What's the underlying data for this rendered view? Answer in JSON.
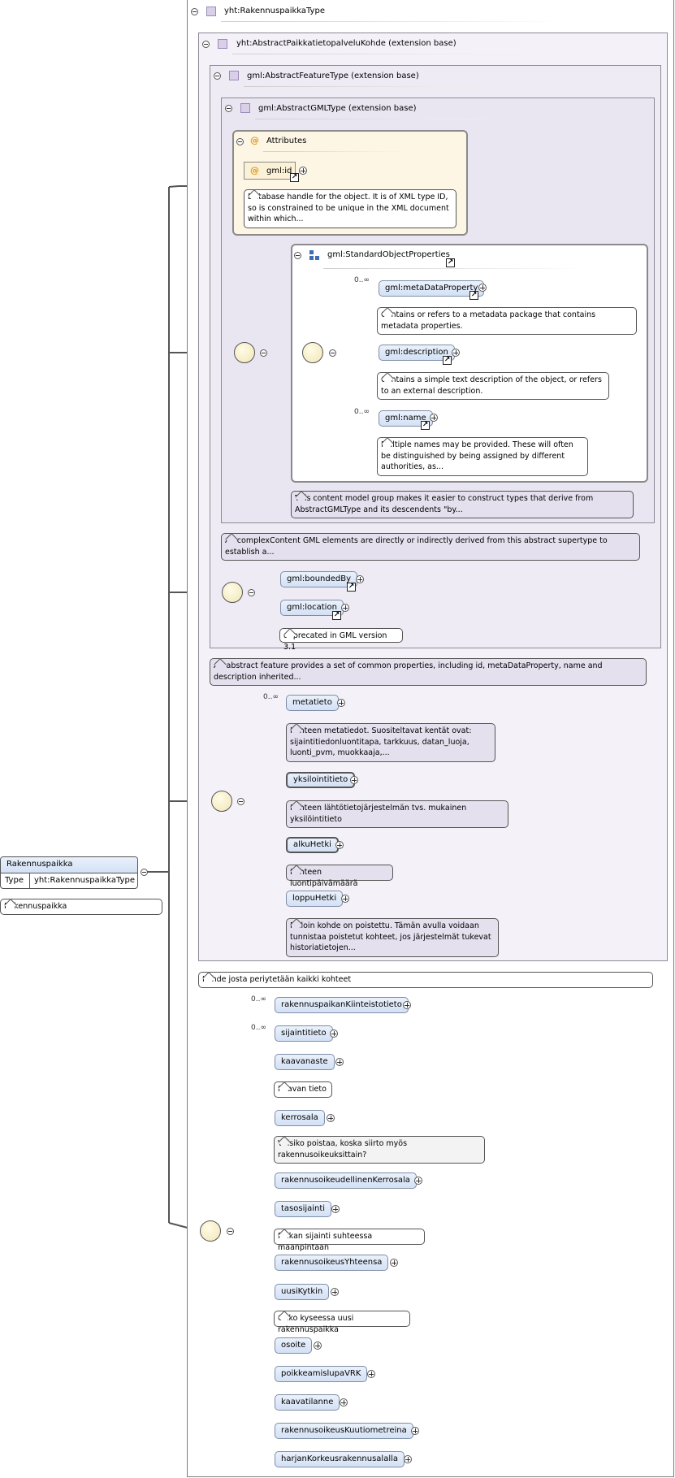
{
  "root": {
    "name": "Rakennuspaikka",
    "type_label": "Type",
    "type_value": "yht:RakennuspaikkaType",
    "doc": "Rakennuspaikka"
  },
  "type_box": {
    "title": "yht:RakennuspaikkaType",
    "doc": "Kohde josta periytetään kaikki kohteet"
  },
  "abstract_paikka": {
    "title": "yht:AbstractPaikkatietopalveluKohde (extension base)",
    "metatieto": {
      "name": "metatieto",
      "card": "0..∞",
      "doc": "Kohteen metatiedot. Suositeltavat kentät ovat: sijaintitiedonluontitapa, tarkkuus, datan_luoja, luonti_pvm, muokkaaja,..."
    },
    "yksilointitieto": {
      "name": "yksilointitieto",
      "doc": "Kohteen lähtötietojärjestelmän tvs. mukainen yksilöintitieto"
    },
    "alkuHetki": {
      "name": "alkuHetki",
      "doc": "Kohteen luontipäivämäärä"
    },
    "loppuHetki": {
      "name": "loppuHetki",
      "doc": "Milloin kohde on poistettu. Tämän avulla voidaan tunnistaa poistetut kohteet, jos järjestelmät tukevat historiatietojen..."
    }
  },
  "abstract_feature": {
    "title": "gml:AbstractFeatureType (extension base)",
    "doc": "An abstract feature provides a set of common properties, including id, metaDataProperty, name and description inherited...",
    "boundedBy": "gml:boundedBy",
    "location": "gml:location",
    "location_doc": "deprecated in GML version 3.1"
  },
  "abstract_gml": {
    "title": "gml:AbstractGMLType (extension base)",
    "doc": "All complexContent GML elements are directly or indirectly derived from this abstract supertype to establish a...",
    "attributes_title": "Attributes",
    "id_name": "gml:id",
    "id_doc": "Database handle for the object. It is of XML type ID, so is constrained to be unique in the XML document within which...",
    "sop": {
      "title": "gml:StandardObjectProperties",
      "doc": "This content model group makes it easier to construct types that derive from AbstractGMLType and its descendents \"by...",
      "metaDataProperty": {
        "name": "gml:metaDataProperty",
        "card": "0..∞",
        "doc": "Contains or refers to a metadata package that contains metadata properties."
      },
      "description": {
        "name": "gml:description",
        "doc": "Contains a simple text description of the object, or refers to an external description."
      },
      "name": {
        "name": "gml:name",
        "card": "0..∞",
        "doc": "Multiple names may be provided. These will often be distinguished by being assigned by different authorities, as..."
      }
    }
  },
  "elements": [
    {
      "name": "rakennuspaikanKiinteistotieto",
      "card": "0..∞"
    },
    {
      "name": "sijaintitieto",
      "card": "0..∞"
    },
    {
      "name": "kaavanaste",
      "doc": "Kaavan tieto"
    },
    {
      "name": "kerrosala",
      "doc": "Voisiko poistaa, koska siirto myös rakennusoikeuksittain?"
    },
    {
      "name": "rakennusoikeudellinenKerrosala"
    },
    {
      "name": "tasosijainti",
      "doc": "Paikan sijainti suhteessa maanpintaan"
    },
    {
      "name": "rakennusoikeusYhteensa"
    },
    {
      "name": "uusiKytkin",
      "doc": "Onko kyseessa uusi rakennuspaikka"
    },
    {
      "name": "osoite"
    },
    {
      "name": "poikkeamislupaVRK"
    },
    {
      "name": "kaavatilanne"
    },
    {
      "name": "rakennusoikeusKuutiometreina"
    },
    {
      "name": "harjanKorkeusrakennusalalla"
    }
  ]
}
